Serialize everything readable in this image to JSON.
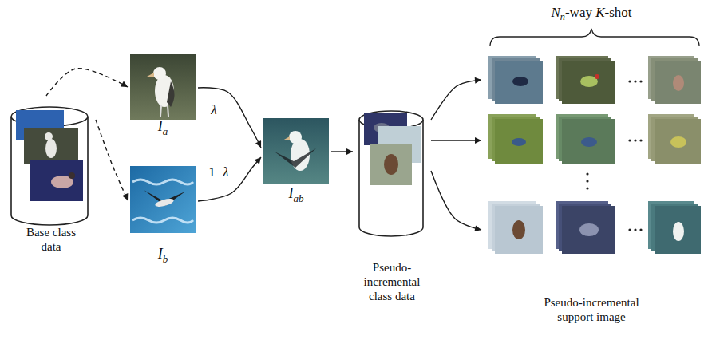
{
  "diagram": {
    "nodes": [
      {
        "text": [
          "Base class data"
        ]
      },
      {
        "text": [
          "Ia"
        ]
      },
      {
        "text": [
          "Ib"
        ]
      },
      {
        "text": [
          "Iab"
        ]
      },
      {
        "text": [
          "Pseudo- incremental class data"
        ]
      },
      {
        "text": [
          "Nn-way K-shot",
          "Pseudo-incremental support image"
        ]
      }
    ],
    "edges": [
      {
        "from": 0,
        "to": 1,
        "arrow": "to"
      },
      {
        "from": 0,
        "to": 2,
        "arrow": "to"
      },
      {
        "from": 1,
        "to": 3,
        "arrow": "to",
        "label": "λ"
      },
      {
        "from": 2,
        "to": 3,
        "arrow": "to",
        "label": "1−λ"
      },
      {
        "from": 3,
        "to": 4,
        "arrow": "to"
      },
      {
        "from": 4,
        "to": 5,
        "arrow": "to"
      },
      {
        "from": 4,
        "to": 5,
        "arrow": "to"
      },
      {
        "from": 4,
        "to": 5,
        "arrow": "to"
      }
    ]
  }
}
